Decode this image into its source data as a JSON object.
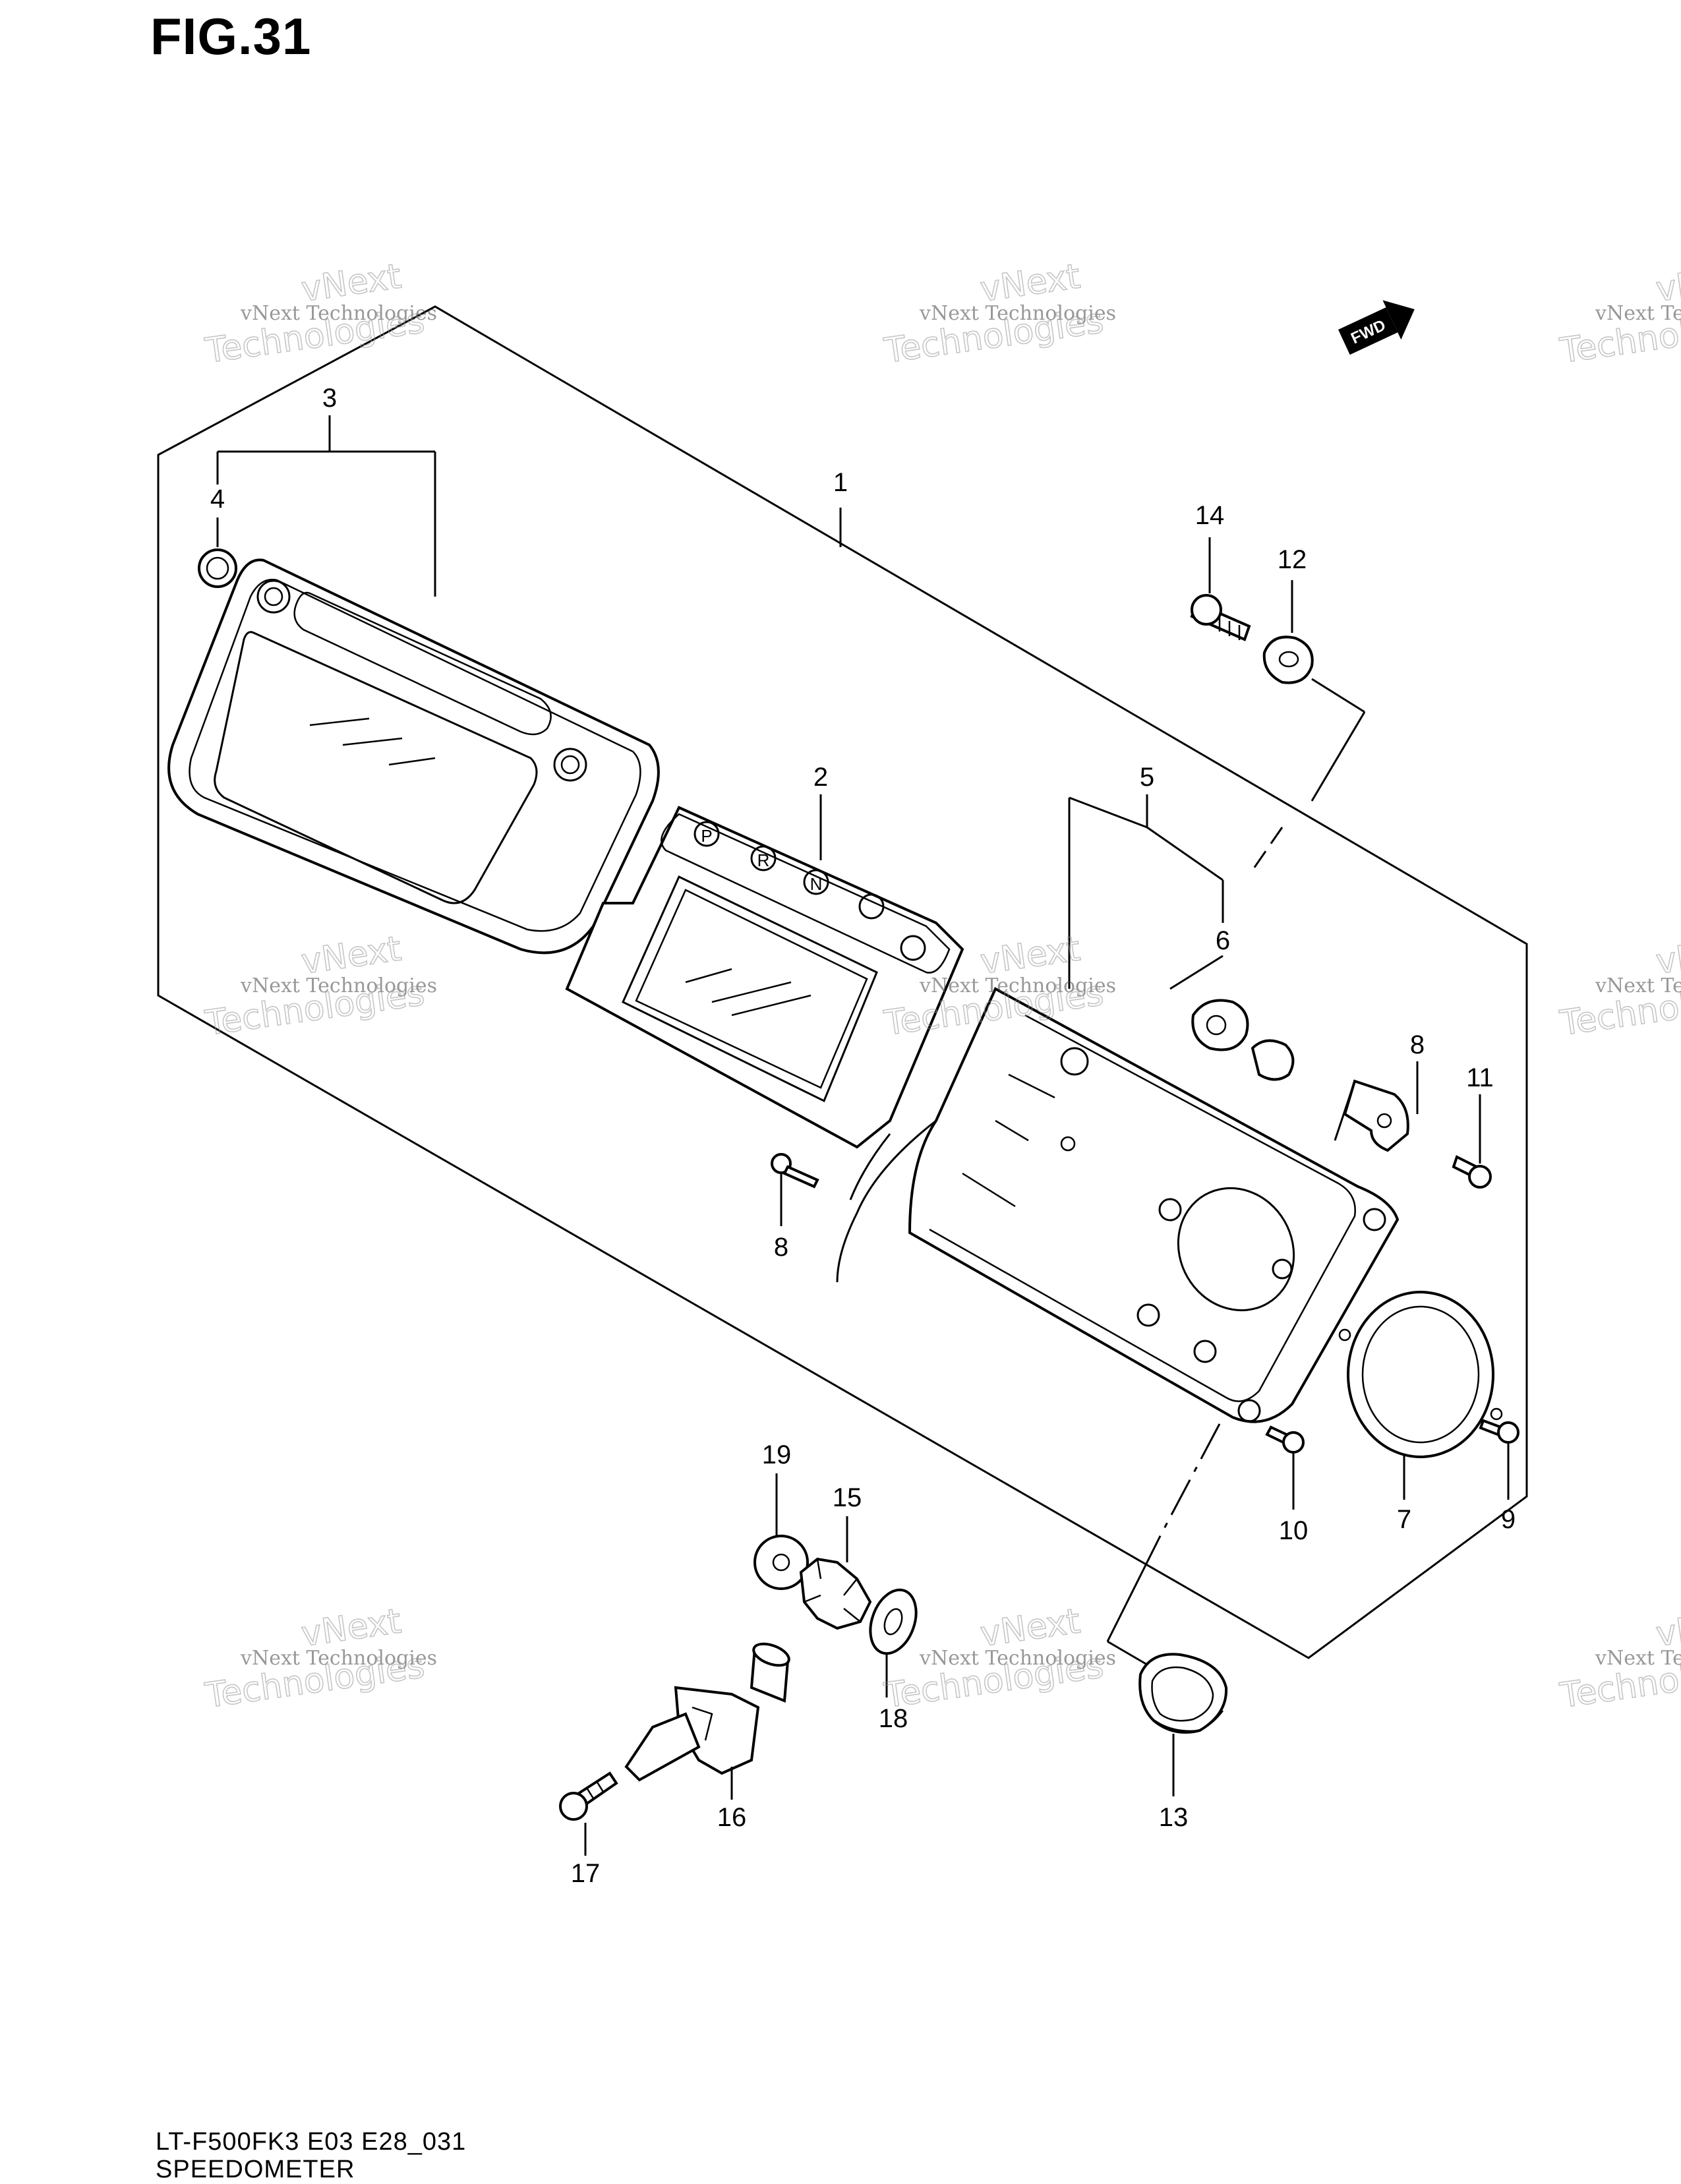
{
  "figure": {
    "title": "FIG.31"
  },
  "footer": {
    "model_code": "LT-F500FK3 E03 E28_031",
    "section_name": "SPEEDOMETER"
  },
  "fwd_badge": "FWD",
  "gear_indicator_letters": [
    "P",
    "R",
    "N"
  ],
  "callouts": [
    "1",
    "2",
    "3",
    "4",
    "5",
    "6",
    "7",
    "8",
    "8",
    "9",
    "10",
    "11",
    "12",
    "13",
    "14",
    "15",
    "16",
    "17",
    "18",
    "19"
  ],
  "watermark": {
    "line1": "vNext Technologies",
    "line2a": "vNext",
    "line2b": "Technologies"
  }
}
